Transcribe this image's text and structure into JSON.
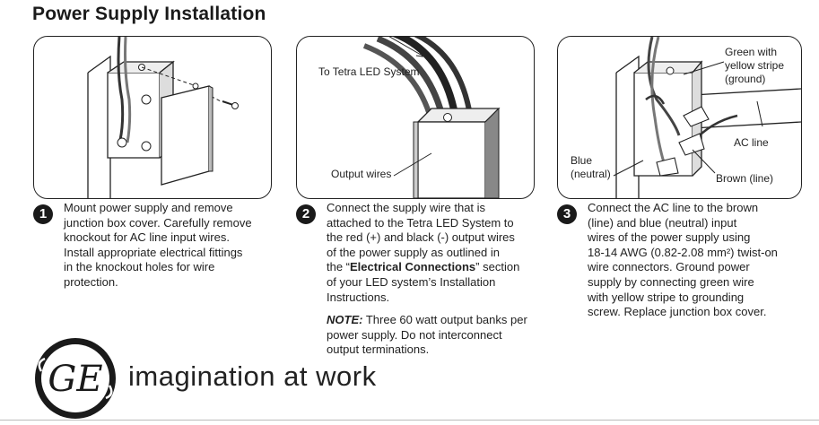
{
  "title": "Power Supply Installation",
  "panels": {
    "p2_label_top": "To Tetra LED System",
    "p2_label_bottom": "Output wires",
    "p3_green": [
      "Green with",
      "yellow stripe",
      "(ground)"
    ],
    "p3_ac": "AC line",
    "p3_blue": [
      "Blue",
      "(neutral)"
    ],
    "p3_brown": "Brown (line)"
  },
  "steps": [
    {
      "number": "1",
      "lines": [
        "Mount power supply and remove",
        "junction box cover. Carefully remove",
        "knockout for AC line input wires.",
        "Install appropriate electrical fittings",
        "in the knockout holes for wire",
        "protection."
      ]
    },
    {
      "number": "2",
      "lines": [
        "Connect the supply wire that is",
        "attached to the Tetra LED System to",
        "the red (+) and black (-) output wires",
        "of the power supply as outlined in",
        "of your LED system’s Installation",
        "Instructions."
      ],
      "line5_pre": "the “",
      "line5_bold": "Electrical Connections",
      "line5_post": "” section",
      "note_label": "NOTE:",
      "note_lines": [
        "Three 60 watt output banks per",
        "power supply. Do not interconnect",
        "output terminations."
      ]
    },
    {
      "number": "3",
      "lines": [
        "Connect the AC line to the brown",
        "(line) and blue (neutral) input",
        "wires of the power supply using",
        "18-14 AWG (0.82-2.08 mm²) twist-on",
        "wire connectors. Ground power",
        "supply by connecting green wire",
        "with yellow stripe to grounding",
        "screw. Replace junction box cover."
      ]
    }
  ],
  "brand": {
    "tagline": "imagination at work",
    "logo_text": "GE"
  }
}
